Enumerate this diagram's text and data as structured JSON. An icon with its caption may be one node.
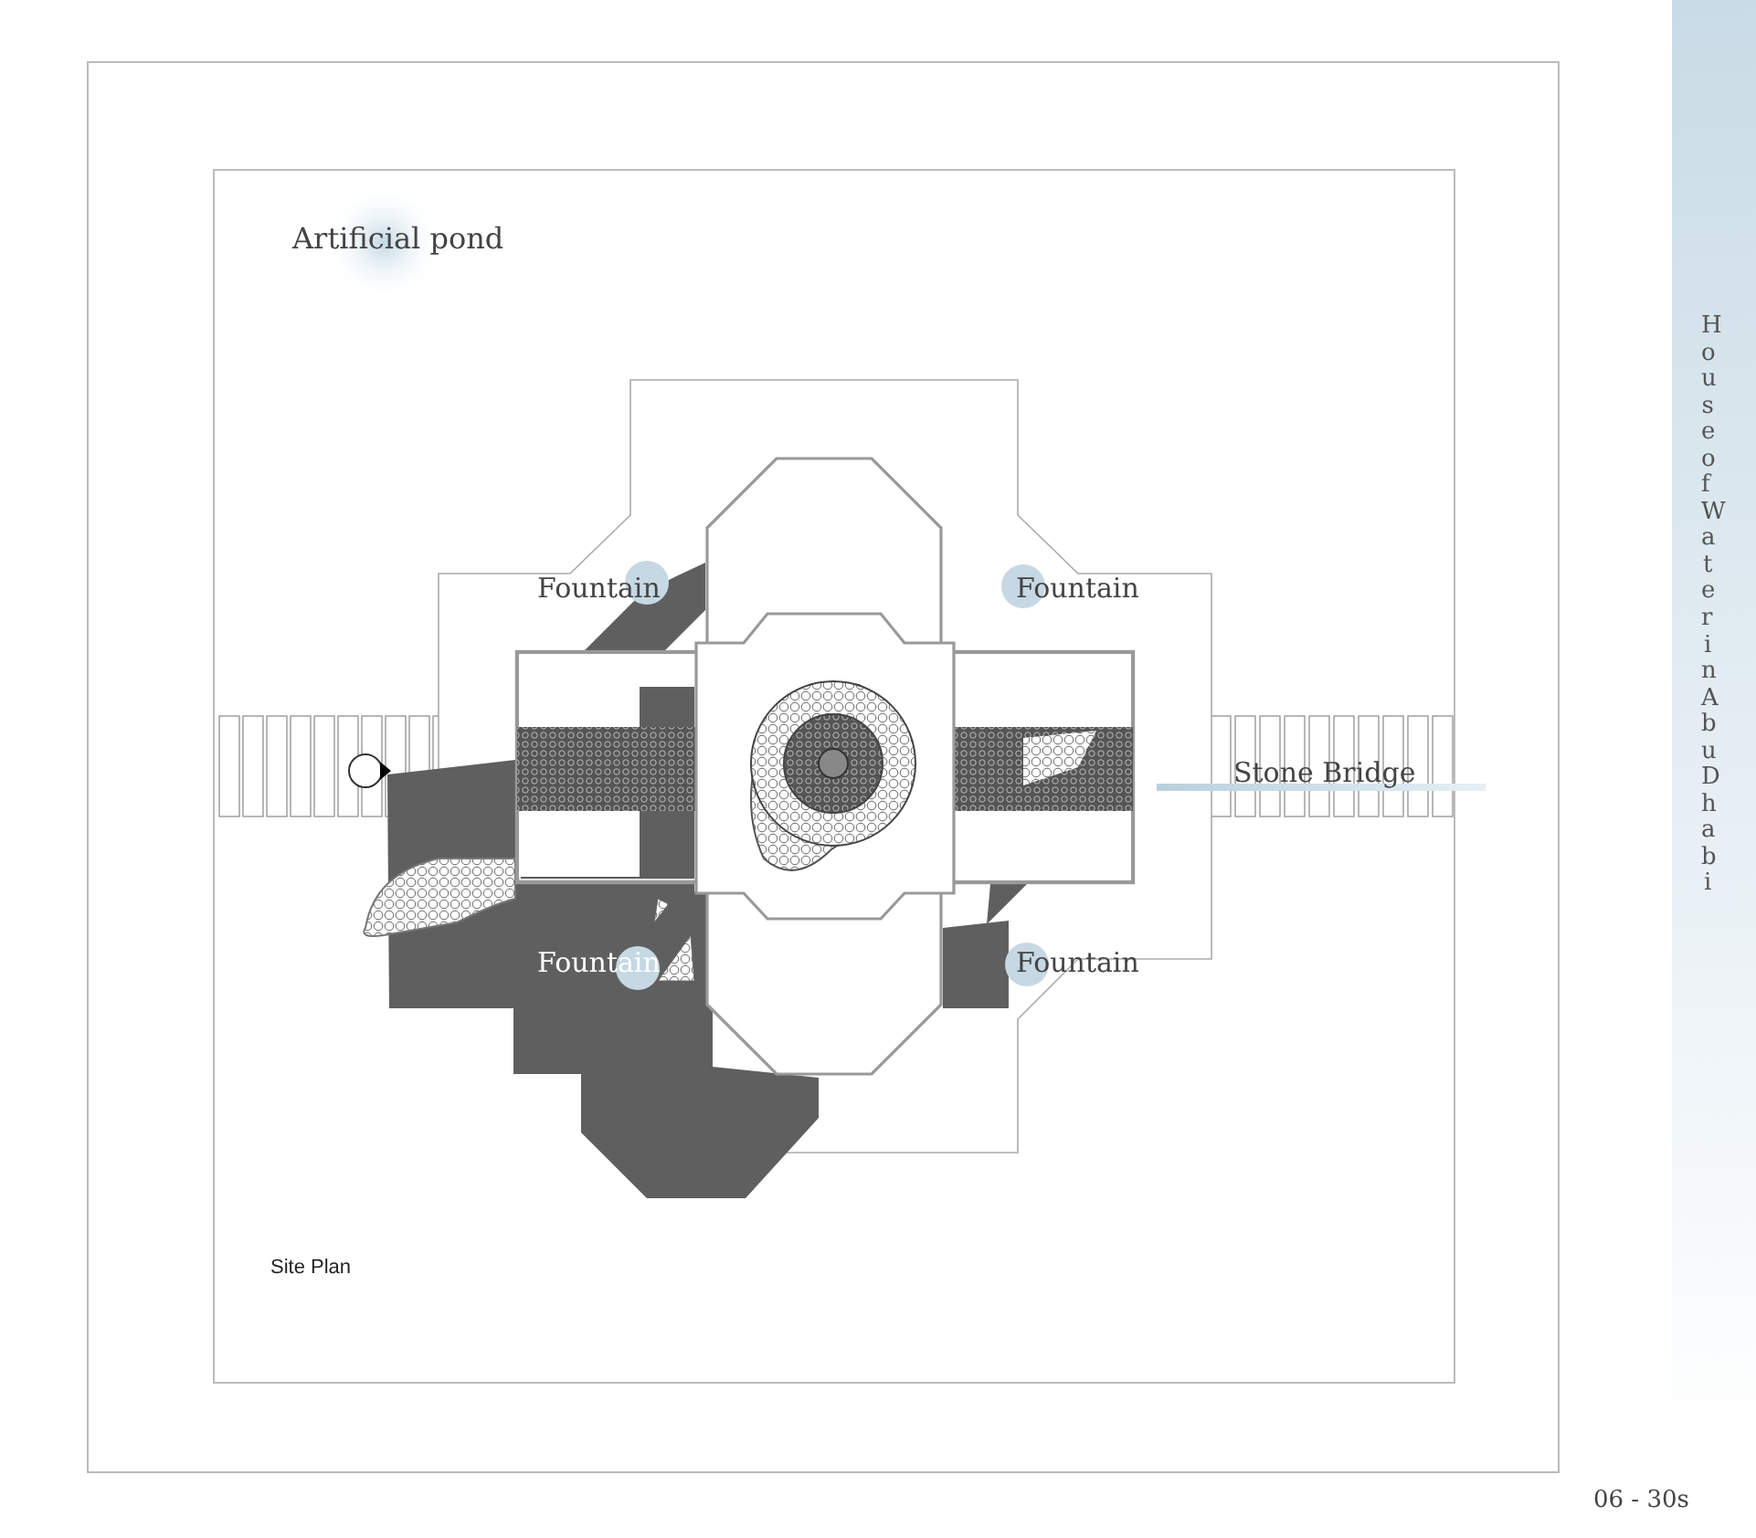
{
  "diagram": {
    "title": "House of Water in Abu Dhabi",
    "caption": "Site Plan",
    "labels": [
      "Artificial pond",
      "Fountain",
      "Fountain",
      "Stone Bridge",
      "Fountain",
      "Fountain",
      "06 - 30s"
    ]
  }
}
